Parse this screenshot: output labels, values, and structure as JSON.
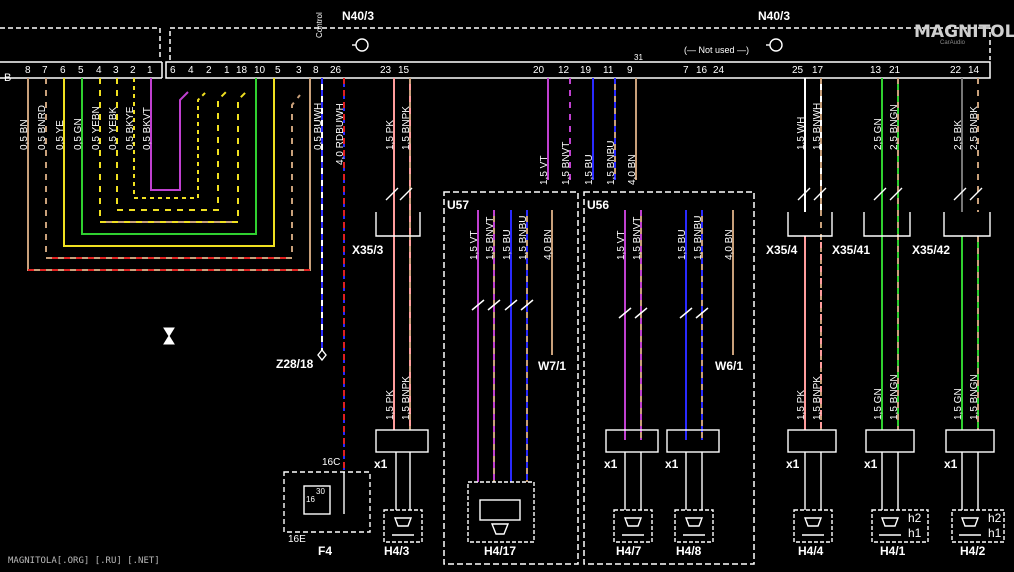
{
  "modules": {
    "left": "N40/3",
    "right": "N40/3",
    "left_pins_label": "B"
  },
  "colors": {
    "BN": "#c9a07a",
    "RD": "#e02020",
    "YE": "#f0e020",
    "GN": "#30d030",
    "BK": "#202020",
    "VT": "#c040d0",
    "WH": "#ffffff",
    "BU": "#2a2aff",
    "PK": "#ff9c9c",
    "frame": "#ffffff"
  },
  "pin_labels": {
    "p8": "8",
    "p7": "7",
    "p6": "6",
    "p5": "5",
    "p4": "4",
    "p3": "3",
    "p2": "2",
    "p1": "1",
    "q6": "6",
    "q4": "4",
    "q2": "2",
    "q1": "1",
    "q18": "18",
    "q10": "10",
    "q5": "5",
    "q3": "3",
    "r8": "8",
    "r26": "26",
    "r23": "23",
    "r15": "15",
    "control": "Control",
    "r20": "20",
    "r12": "12",
    "r19": "19",
    "r11": "11",
    "r9": "9",
    "r31": "31",
    "r7": "7",
    "r16": "16",
    "r24": "24",
    "not_used": "(— Not used —)",
    "r25": "25",
    "r17": "17",
    "r13": "13",
    "r21": "21",
    "r22": "22",
    "r14": "14"
  },
  "wire_labels": {
    "w_bn": "0,5 BN",
    "w_bnrd": "0,5 BNRD",
    "w_ye": "0,5 YE",
    "w_gn": "0,5 GN",
    "w_yebn": "0,5 YEBN",
    "w_yebk": "0,5 YEBK",
    "w_bkye": "0,5 BKYE",
    "w_bkvt": "0,5 BKVT",
    "w_buwh": "0,5 BUWH",
    "w_rdbuwh": "4,0 RDBUWH",
    "w_pk": "1,5 PK",
    "w_bnpk": "1,5 BNPK",
    "w_vt": "1,5 VT",
    "w_bnvt": "1,5 BNVT",
    "w_bu": "1,5 BU",
    "w_bnbu": "1,5 BNBU",
    "w_bn4": "4,0 BN",
    "w_wh": "1,5 WH",
    "w_bnwh": "1,5 BNWH",
    "w_gn25": "2,5 GN",
    "w_bngn25": "2,5 BNGN",
    "w_bk25": "2,5 BK",
    "w_bnbk25": "2,5 BNBK",
    "w_gn15": "1,5 GN",
    "w_bngn15": "1,5 BNGN",
    "w_15": "1,5"
  },
  "components": {
    "x35_3": "X35/3",
    "x35_4": "X35/4",
    "x35_41": "X35/41",
    "x35_42": "X35/42",
    "z28_18": "Z28/18",
    "u57": "U57",
    "u56": "U56",
    "w7_1": "W7/1",
    "w6_1": "W6/1",
    "x1": "x1",
    "f4": "F4",
    "f4_16c": "16C",
    "f4_16e": "16E",
    "f4_30": "30",
    "f4_16": "16",
    "h4_3": "H4/3",
    "h4_17": "H4/17",
    "h4_7": "H4/7",
    "h4_8": "H4/8",
    "h4_4": "H4/4",
    "h4_1": "H4/1",
    "h4_2": "H4/2",
    "h1": "h1",
    "h2": "h2"
  },
  "logo": {
    "text": "MAGNITOLA",
    "sub": "CarAudio"
  },
  "footer": "MAGNITOLA[.ORG] [.RU] [.NET]"
}
